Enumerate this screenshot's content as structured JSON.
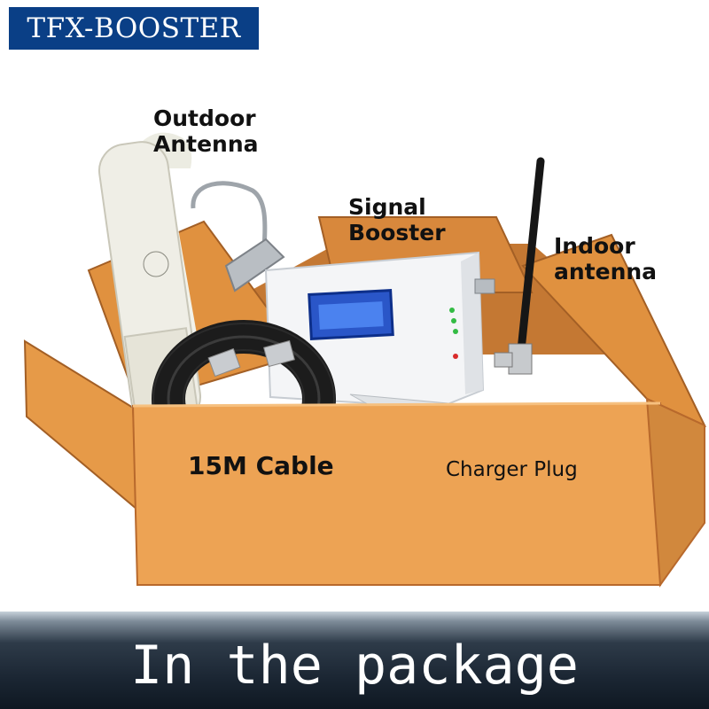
{
  "brand": {
    "name": "TFX-BOOSTER",
    "bg_color": "#0a3f86"
  },
  "labels": {
    "outdoor_antenna": "Outdoor\nAntenna",
    "signal_booster": "Signal\nBooster",
    "indoor_antenna": "Indoor\nantenna",
    "cable": "15M Cable",
    "charger": "Charger Plug"
  },
  "banner": {
    "text": "In the package"
  },
  "colors": {
    "box": "#e59a4a",
    "box_dark": "#b8692c",
    "banner": "#1a2532"
  }
}
